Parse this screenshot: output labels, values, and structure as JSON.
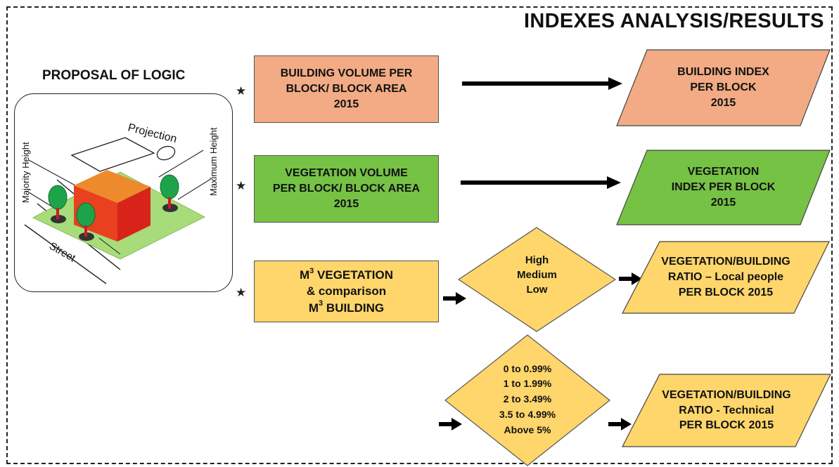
{
  "title": "INDEXES ANALYSIS/RESULTS",
  "logic": {
    "title": "PROPOSAL OF LOGIC",
    "labels": {
      "projection": "Projection",
      "majority_height": "Majority Height",
      "maximum_height": "Maximum Height",
      "street": "Street"
    }
  },
  "star": "★",
  "rows": {
    "building": {
      "input": [
        "BUILDING VOLUME PER",
        "BLOCK/ BLOCK AREA",
        "2015"
      ],
      "output": [
        "BUILDING INDEX",
        "PER BLOCK",
        "2015"
      ]
    },
    "vegetation": {
      "input": [
        "VEGETATION VOLUME",
        "PER BLOCK/ BLOCK AREA",
        "2015"
      ],
      "output": [
        "VEGETATION",
        "INDEX PER BLOCK",
        "2015"
      ]
    },
    "ratio_local": {
      "input_line1_prefix": "M",
      "input_line1_sup": "3",
      "input_line1_suffix": " VEGETATION",
      "input_line2": "& comparison",
      "input_line3_prefix": "M",
      "input_line3_sup": "3",
      "input_line3_suffix": " BUILDING",
      "decision": [
        "High",
        "Medium",
        "Low"
      ],
      "output": [
        "VEGETATION/BUILDING",
        "RATIO – Local people",
        "PER BLOCK  2015"
      ]
    },
    "ratio_technical": {
      "decision": [
        "0 to 0.99%",
        "1 to 1.99%",
        "2 to 3.49%",
        "3.5 to 4.99%",
        "Above 5%"
      ],
      "output": [
        "VEGETATION/BUILDING",
        "RATIO - Technical",
        "PER BLOCK  2015"
      ]
    }
  },
  "colors": {
    "building": "#f2ab84",
    "vegetation": "#76c245",
    "ratio": "#fed66b",
    "roof": "#ed8a2c",
    "wall_front": "#e9401f",
    "wall_side": "#d8231b",
    "ground": "#a8dc7a",
    "tree": "#1fa34a"
  }
}
